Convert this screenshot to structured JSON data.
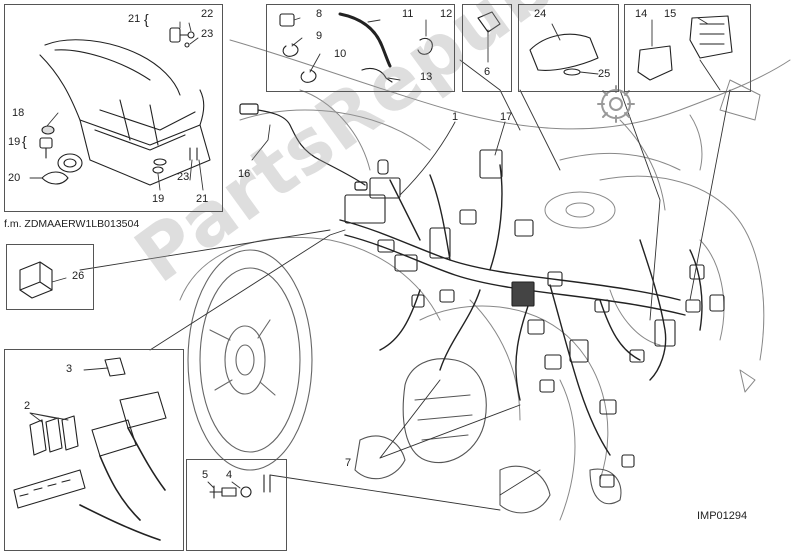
{
  "frame_note": "f.m. ZDMAAERW1LB013504",
  "drawing_code": "IMP01294",
  "watermark_text": "PartsRepublik",
  "callouts": {
    "c1": "1",
    "c2": "2",
    "c3": "3",
    "c4": "4",
    "c5": "5",
    "c6": "6",
    "c7": "7",
    "c8": "8",
    "c9": "9",
    "c10": "10",
    "c11": "11",
    "c12": "12",
    "c13": "13",
    "c14": "14",
    "c15": "15",
    "c16": "16",
    "c17": "17",
    "c18": "18",
    "c19a": "19",
    "c19b": "19",
    "c20": "20",
    "c21a": "21",
    "c21b": "21",
    "c22": "22",
    "c23a": "23",
    "c23b": "23",
    "c24": "24",
    "c25": "25",
    "c26": "26"
  },
  "colors": {
    "line": "#333333",
    "box": "#555555",
    "watermark": "#a0a0a0"
  }
}
